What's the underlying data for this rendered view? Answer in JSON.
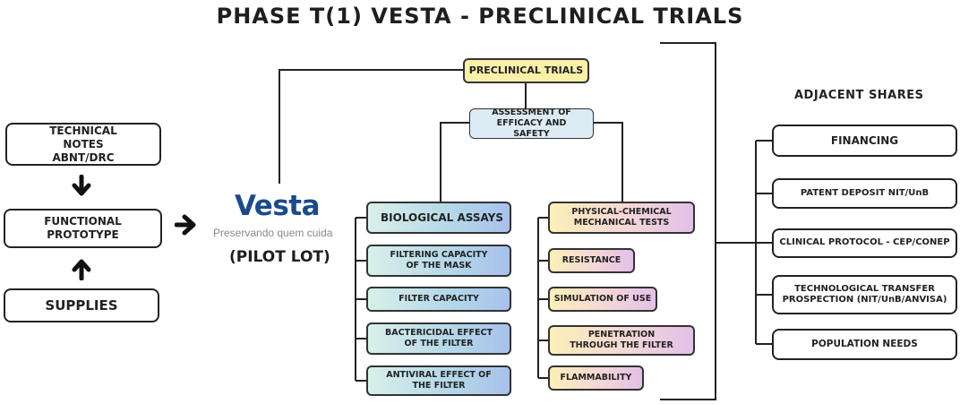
{
  "title": "PHASE T(1) VESTA - PRECLINICAL TRIALS",
  "left_column": {
    "technical_notes": "TECHNICAL NOTES ABNT/DRC",
    "functional_prototype": "FUNCTIONAL PROTOTYPE",
    "supplies": "SUPPLIES"
  },
  "center": {
    "logo_text": "Vesta",
    "tagline": "Preservando quem cuida",
    "pilot_lot": "(PILOT LOT)"
  },
  "tree": {
    "preclinical_trials": "PRECLINICAL TRIALS",
    "assessment": "ASSESSMENT OF EFFICACY AND SAFETY",
    "biological": {
      "header": "BIOLOGICAL ASSAYS",
      "items": [
        "FILTERING CAPACITY OF THE MASK",
        "FILTER CAPACITY",
        "BACTERICIDAL EFFECT OF THE FILTER",
        "ANTIVIRAL EFFECT OF THE FILTER"
      ]
    },
    "physical": {
      "header": "PHYSICAL-CHEMICAL MECHANICAL TESTS",
      "items": [
        "RESISTANCE",
        "SIMULATION OF USE",
        "PENETRATION THROUGH THE FILTER",
        "FLAMMABILITY"
      ]
    }
  },
  "adjacent": {
    "heading": "ADJACENT SHARES",
    "items": [
      "FINANCING",
      "PATENT DEPOSIT NIT/UnB",
      "CLINICAL PROTOCOL - CEP/CONEP",
      "TECHNOLOGICAL TRANSFER PROSPECTION (NIT/UnB/ANVISA)",
      "POPULATION NEEDS"
    ]
  },
  "colors": {
    "logo_blue": "#1b4a8c",
    "preclinical_yellow": "#fbf0a8",
    "assessment_blue": "#dcebf4",
    "line": "#222222"
  },
  "icons": [
    "arrow-down-icon",
    "arrow-up-icon",
    "arrow-right-icon"
  ]
}
